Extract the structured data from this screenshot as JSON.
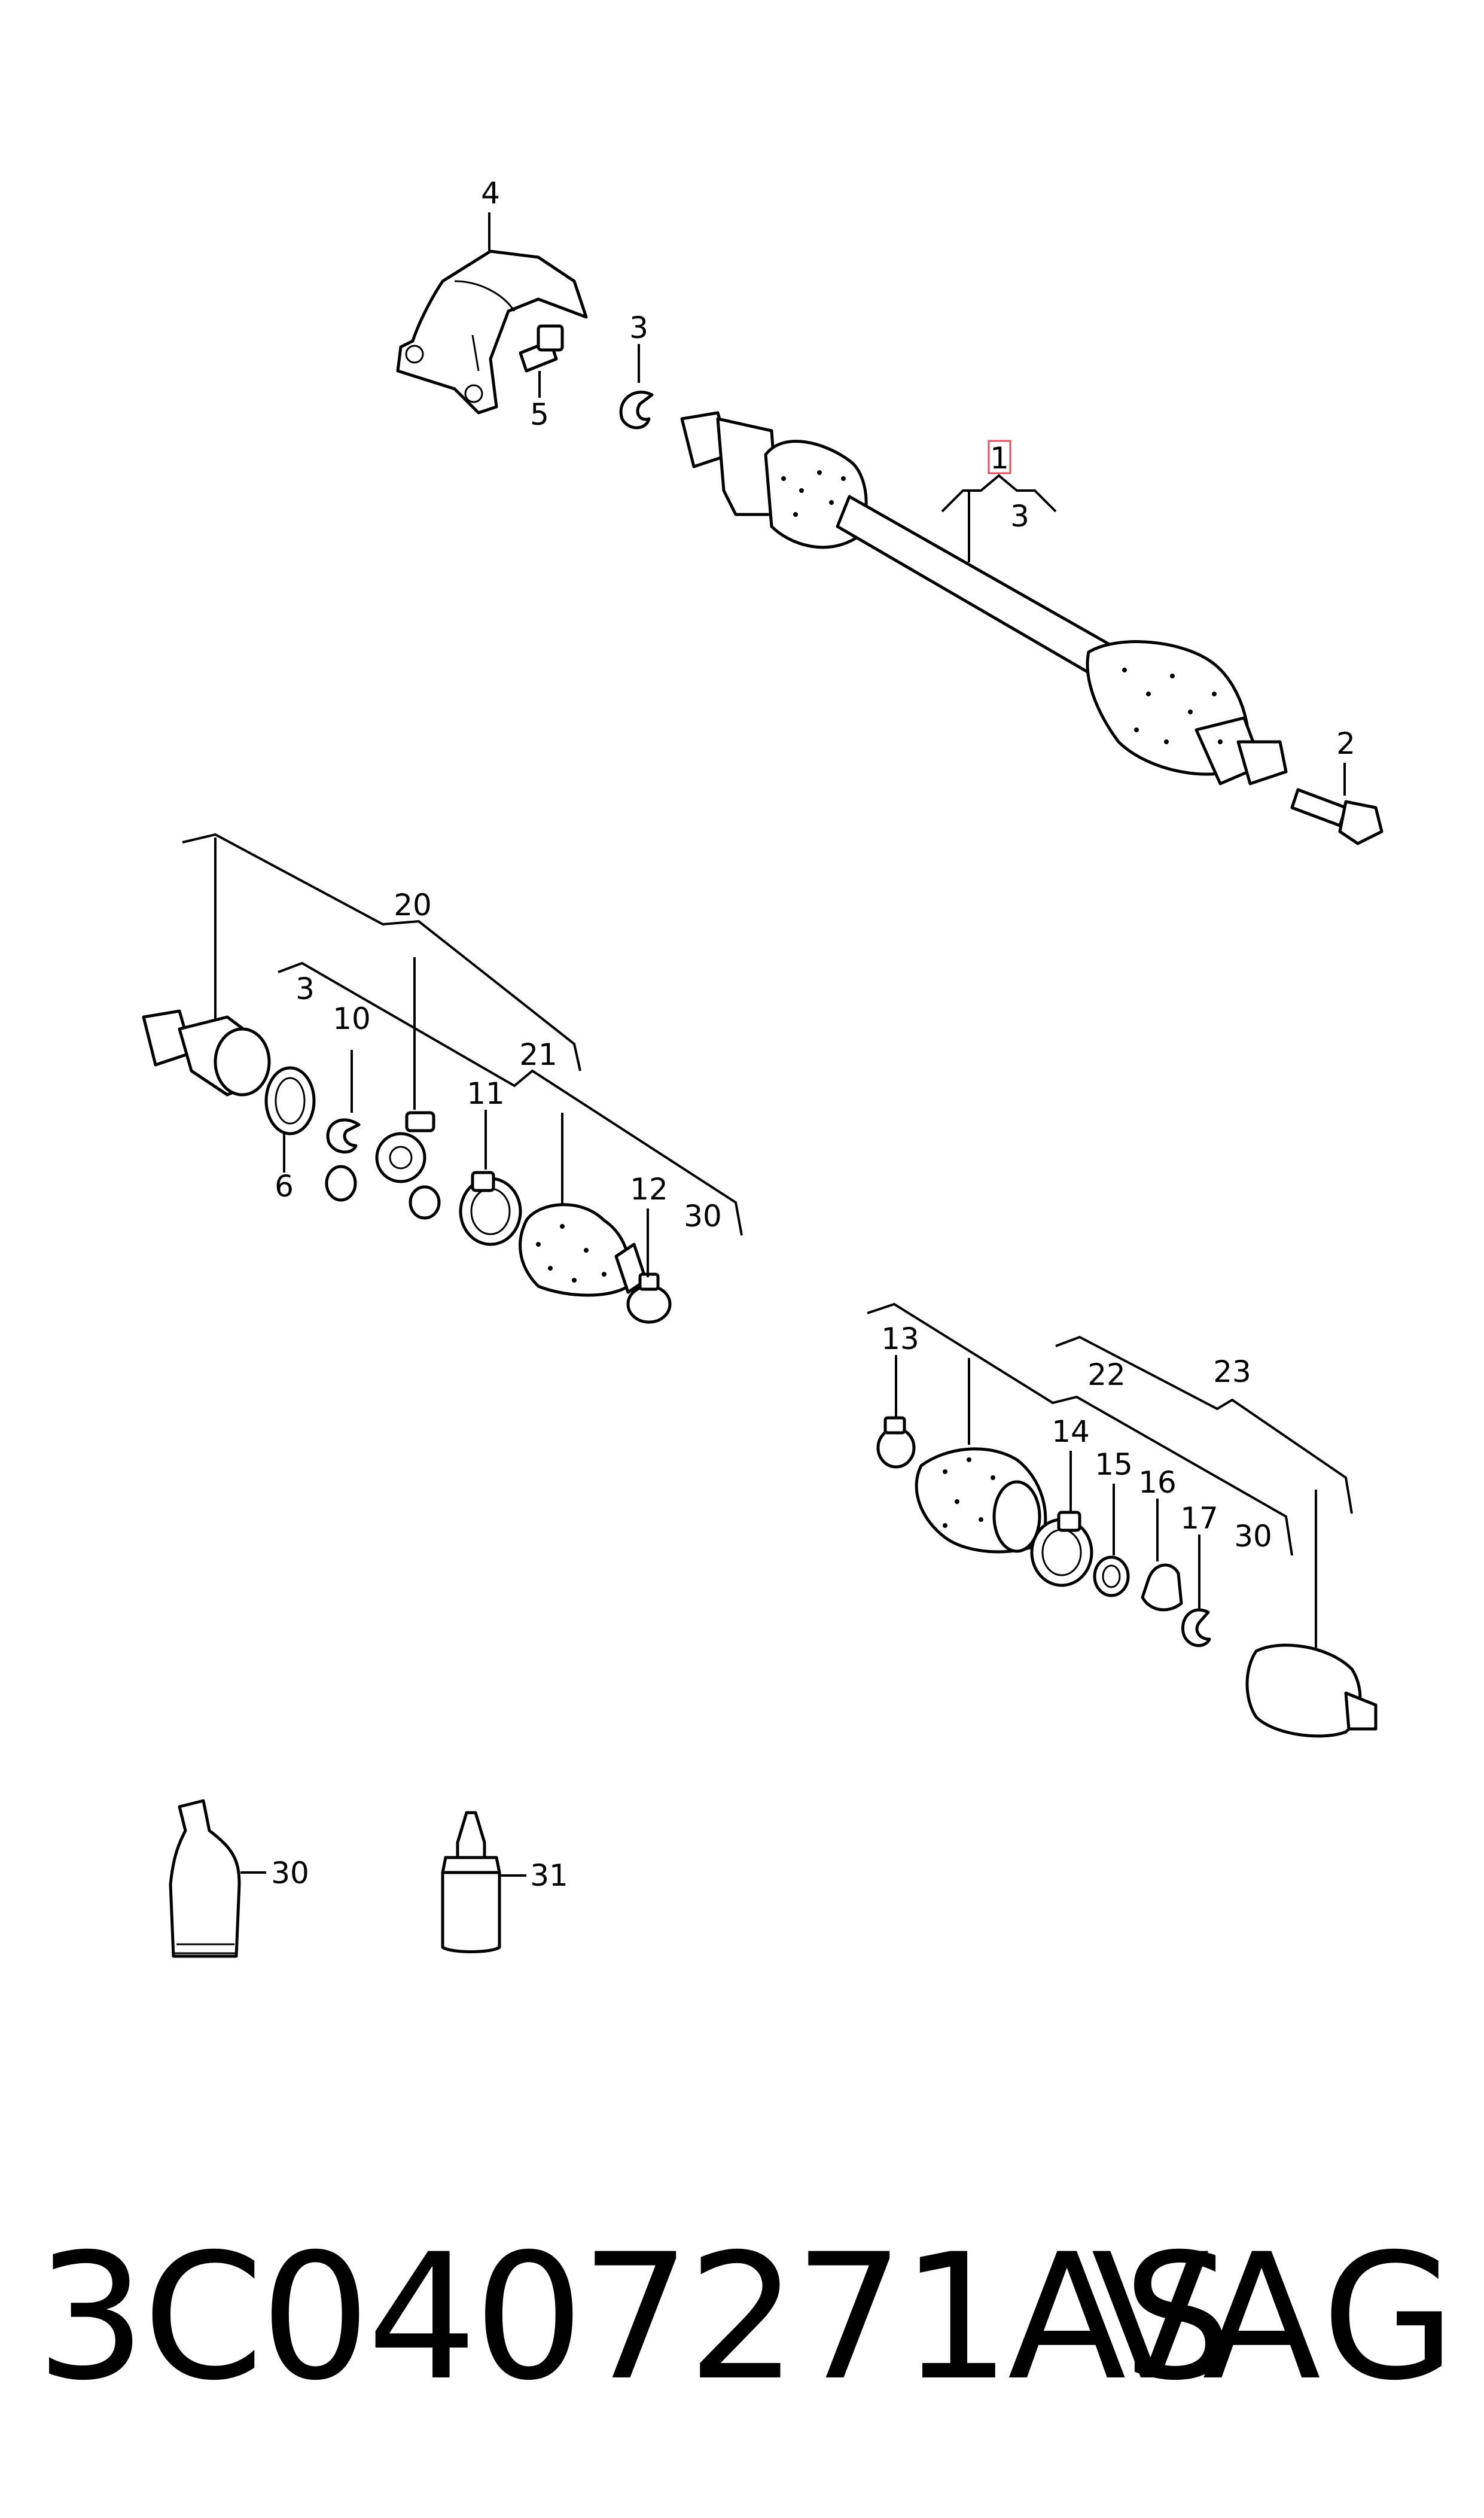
{
  "callouts": {
    "c1": "1",
    "c2": "2",
    "c3a": "3",
    "c3b": "3",
    "c3c": "3",
    "c4": "4",
    "c5": "5",
    "c6": "6",
    "c10": "10",
    "c11": "11",
    "c12": "12",
    "c13": "13",
    "c14": "14",
    "c15": "15",
    "c16": "16",
    "c17": "17",
    "c20": "20",
    "c21": "21",
    "c22": "22",
    "c23": "23",
    "c30a": "30",
    "c30b": "30",
    "c30c": "30",
    "c31": "31"
  },
  "footer": {
    "part_number": "3C0407271AS",
    "brand": "VAG"
  },
  "colors": {
    "ink": "#000000",
    "highlight": "#e05060",
    "background": "#ffffff"
  }
}
